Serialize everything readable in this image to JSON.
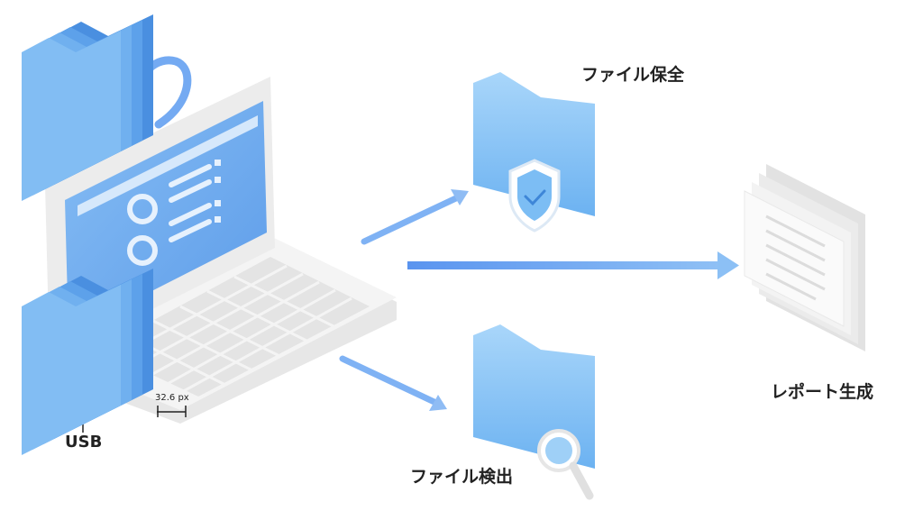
{
  "labels": {
    "file_protect": "ファイル保全",
    "file_detect": "ファイル検出",
    "report": "レポート生成",
    "usb": "USB",
    "measure": "32.6 px"
  },
  "colors": {
    "folder_light": "#9ccff7",
    "folder_main": "#6aaef0",
    "folder_dark": "#4a8fe0",
    "arrow": "#5f9bf0",
    "screen": "#6fa9ee",
    "laptop_body": "#eeeeee",
    "usb": "#3ea0ec"
  },
  "icons": [
    "refresh-arrow-icon",
    "shield-check-icon",
    "magnifier-icon",
    "document-stack-icon",
    "usb-drive-icon"
  ]
}
